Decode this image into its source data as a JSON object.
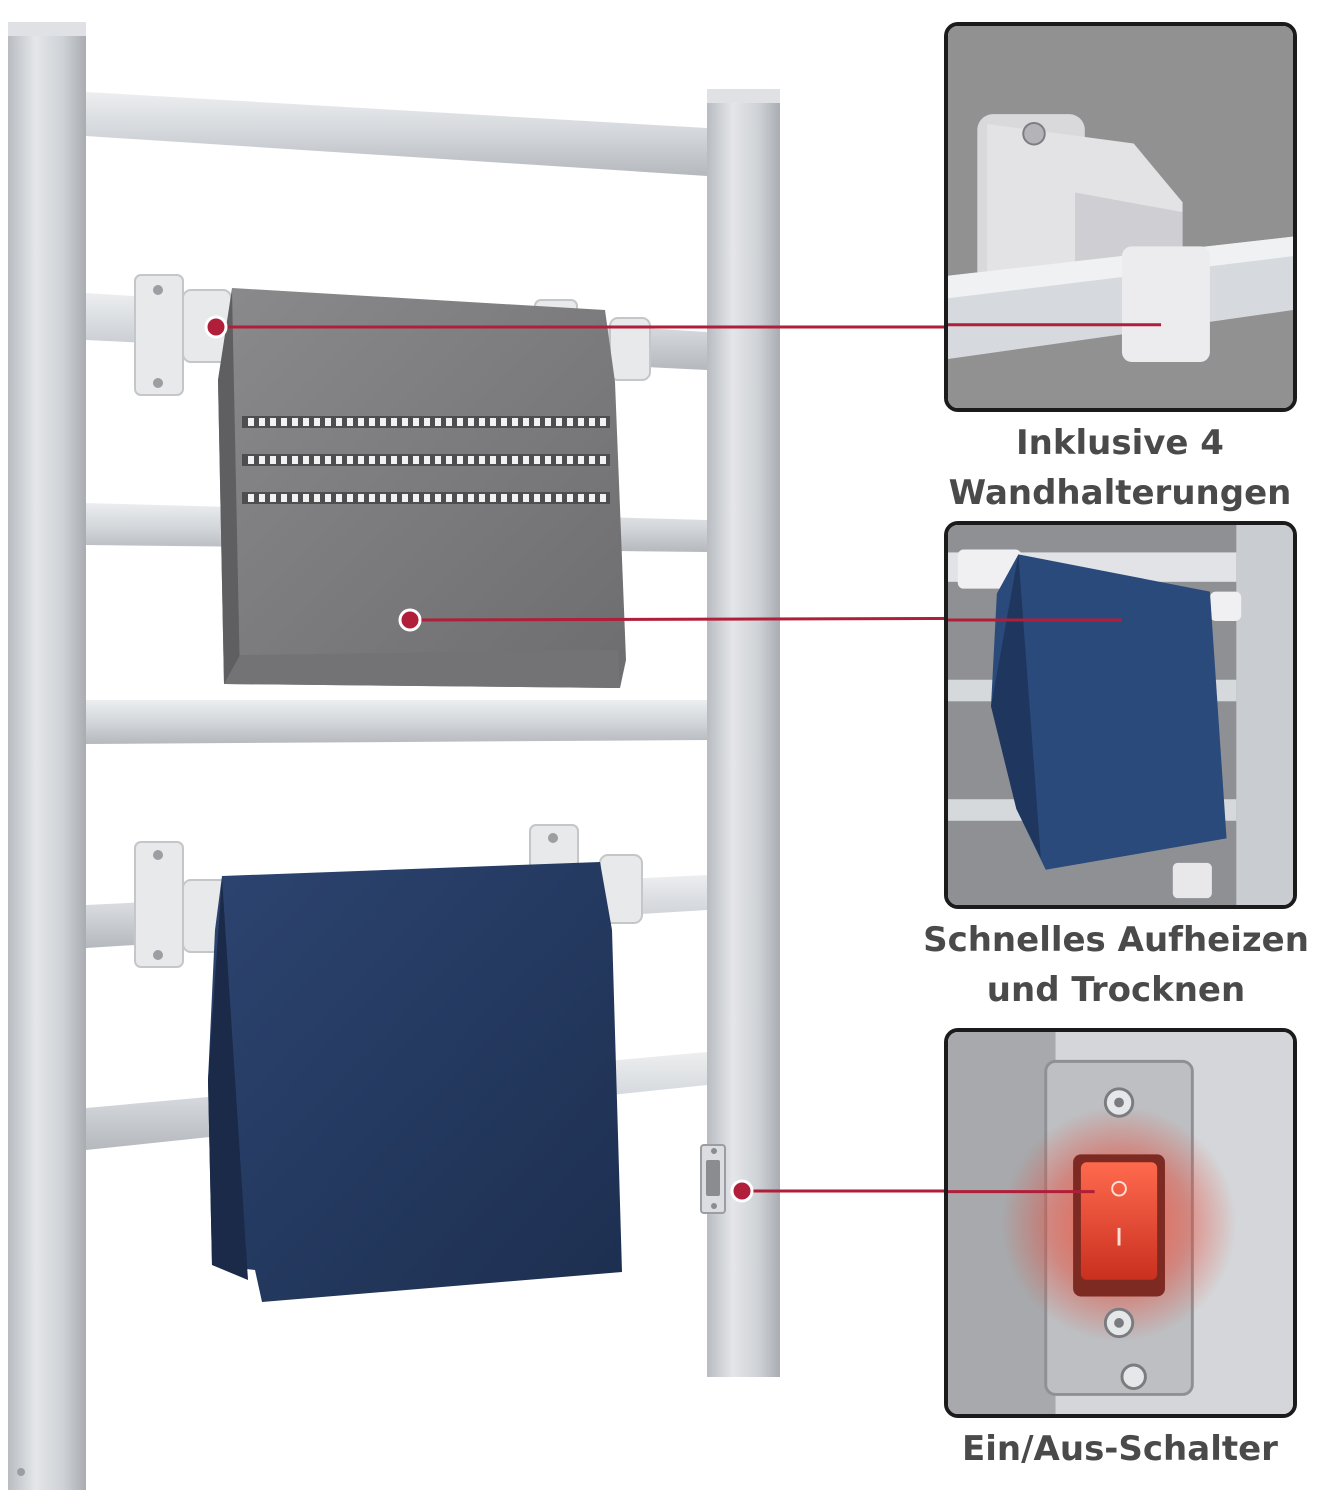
{
  "colors": {
    "accent": "#b01e3a",
    "caption_text": "#4a4a4a",
    "panel_border": "#1b1b1b",
    "aluminium": "#c9ccd0",
    "towel_grey": "#7b7b7d",
    "towel_navy": "#24385e"
  },
  "features": [
    {
      "title_line1": "Inklusive 4",
      "title_line2": "Wandhalterungen",
      "icon": "wall-bracket"
    },
    {
      "title_line1": "Schnelles Aufheizen",
      "title_line2": "und Trocknen",
      "icon": "towel"
    },
    {
      "title_line1": "Ein/Aus-Schalter",
      "title_line2": "",
      "icon": "power-switch"
    }
  ]
}
